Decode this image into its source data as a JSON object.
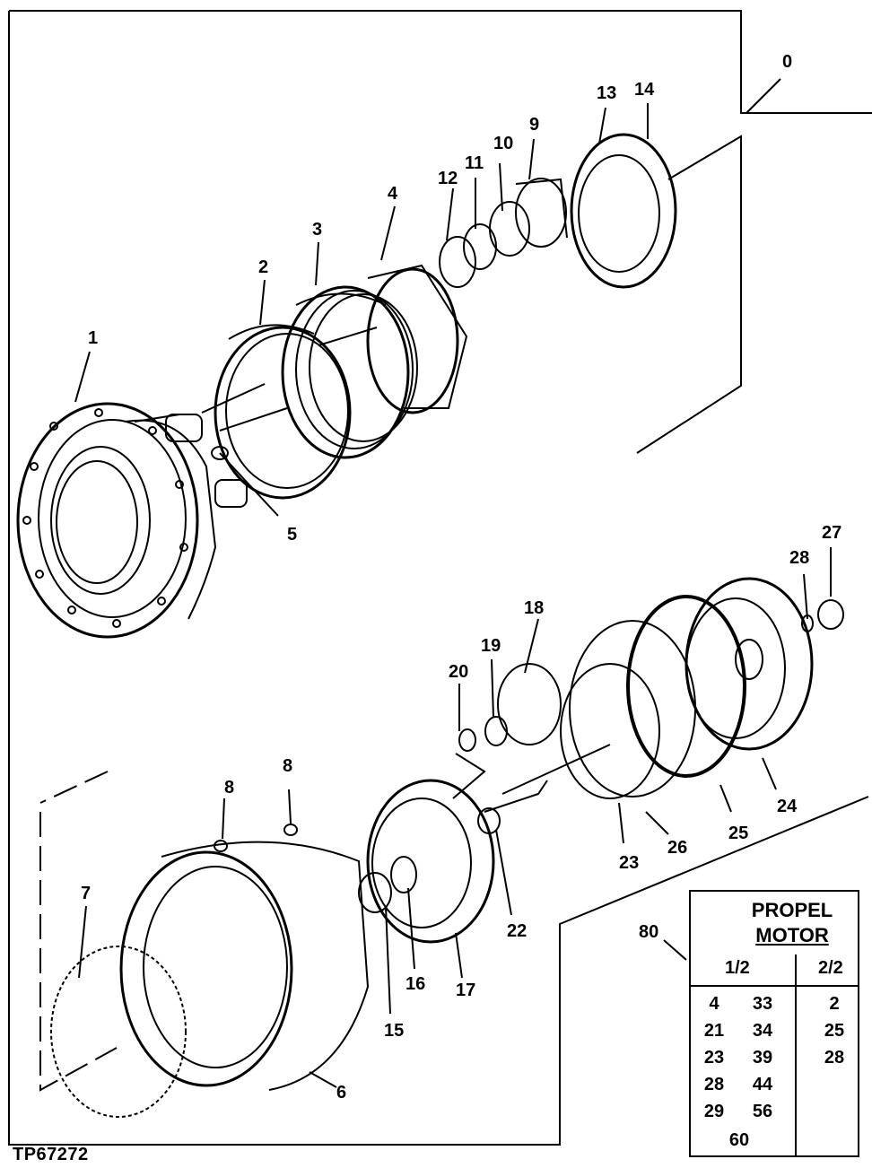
{
  "diagram": {
    "reference_id": "TP67272",
    "group_callout": "0",
    "callouts": [
      {
        "id": "1",
        "label": "1"
      },
      {
        "id": "2",
        "label": "2"
      },
      {
        "id": "3",
        "label": "3"
      },
      {
        "id": "4",
        "label": "4"
      },
      {
        "id": "5",
        "label": "5"
      },
      {
        "id": "6",
        "label": "6"
      },
      {
        "id": "7",
        "label": "7"
      },
      {
        "id": "8a",
        "label": "8"
      },
      {
        "id": "8b",
        "label": "8"
      },
      {
        "id": "9",
        "label": "9"
      },
      {
        "id": "10",
        "label": "10"
      },
      {
        "id": "11",
        "label": "11"
      },
      {
        "id": "12",
        "label": "12"
      },
      {
        "id": "13",
        "label": "13"
      },
      {
        "id": "14",
        "label": "14"
      },
      {
        "id": "15",
        "label": "15"
      },
      {
        "id": "16",
        "label": "16"
      },
      {
        "id": "17",
        "label": "17"
      },
      {
        "id": "18",
        "label": "18"
      },
      {
        "id": "19",
        "label": "19"
      },
      {
        "id": "20",
        "label": "20"
      },
      {
        "id": "22",
        "label": "22"
      },
      {
        "id": "23",
        "label": "23"
      },
      {
        "id": "24",
        "label": "24"
      },
      {
        "id": "25",
        "label": "25"
      },
      {
        "id": "26",
        "label": "26"
      },
      {
        "id": "27",
        "label": "27"
      },
      {
        "id": "28",
        "label": "28"
      }
    ]
  },
  "kit_table": {
    "callout": "80",
    "title_line1": "PROPEL",
    "title_line2": "MOTOR",
    "col1_header": "1/2",
    "col2_header": "2/2",
    "col1_rows": [
      [
        "4",
        "33"
      ],
      [
        "21",
        "34"
      ],
      [
        "23",
        "39"
      ],
      [
        "28",
        "44"
      ],
      [
        "29",
        "56"
      ],
      [
        "60",
        ""
      ]
    ],
    "col2_rows": [
      "2",
      "25",
      "28"
    ]
  }
}
